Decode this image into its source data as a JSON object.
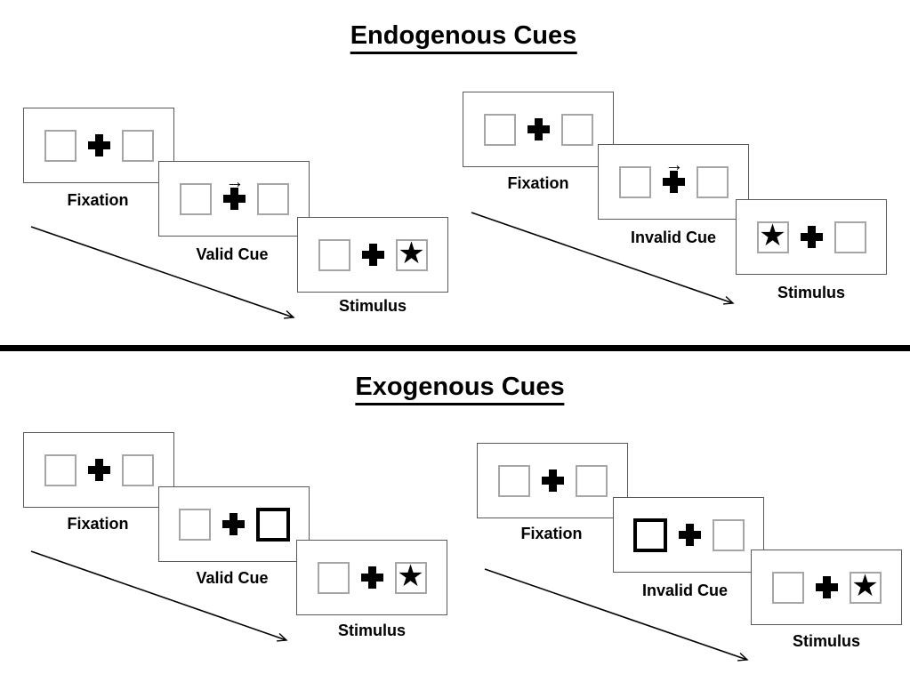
{
  "icons": {
    "star": "★",
    "cue_arrow": "→"
  },
  "colors": {
    "background": "#ffffff",
    "panel_border": "#595959",
    "box_border": "#a6a6a6",
    "ink": "#000000"
  },
  "sections": [
    {
      "title": "Endogenous Cues",
      "groups": [
        {
          "name": "valid-trial-sequence",
          "panels": [
            {
              "label": "Fixation"
            },
            {
              "label": "Valid Cue",
              "cue": "central arrow pointing right above fixation cross"
            },
            {
              "label": "Stimulus",
              "star_in": "right box"
            }
          ]
        },
        {
          "name": "invalid-trial-sequence",
          "panels": [
            {
              "label": "Fixation"
            },
            {
              "label": "Invalid Cue",
              "cue": "central arrow pointing right above fixation cross"
            },
            {
              "label": "Stimulus",
              "star_in": "left box"
            }
          ]
        }
      ]
    },
    {
      "title": "Exogenous Cues",
      "groups": [
        {
          "name": "valid-trial-sequence",
          "panels": [
            {
              "label": "Fixation"
            },
            {
              "label": "Valid Cue",
              "cue": "right box highlighted with thick border"
            },
            {
              "label": "Stimulus",
              "star_in": "right box"
            }
          ]
        },
        {
          "name": "invalid-trial-sequence",
          "panels": [
            {
              "label": "Fixation"
            },
            {
              "label": "Invalid Cue",
              "cue": "left box highlighted with thick border"
            },
            {
              "label": "Stimulus",
              "star_in": "right box"
            }
          ]
        }
      ]
    }
  ]
}
